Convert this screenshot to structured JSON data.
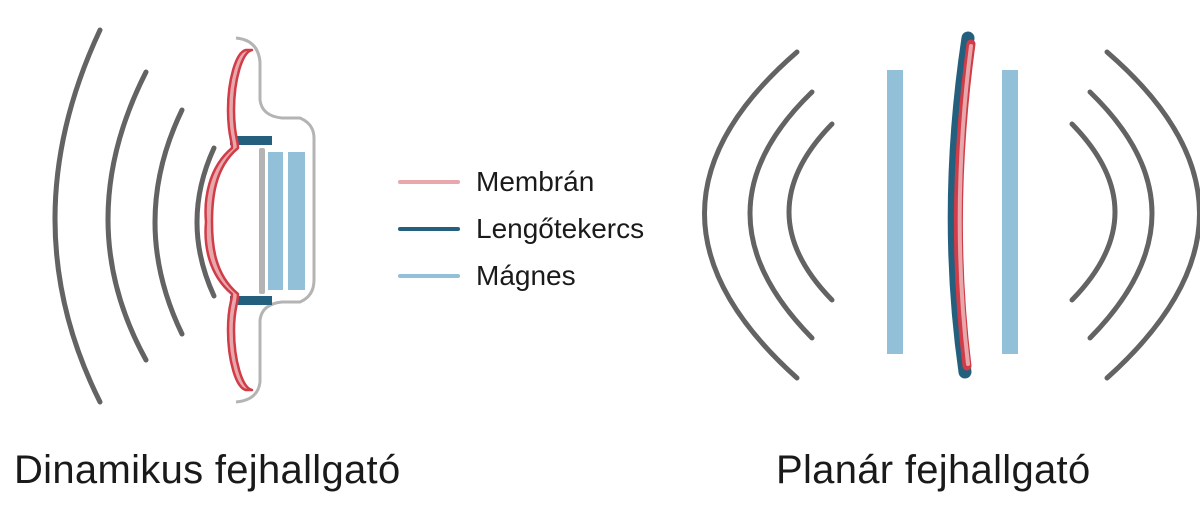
{
  "colors": {
    "wave": "#636363",
    "membrane": "#e8a7ab",
    "membrane_outline": "#d03c47",
    "coil": "#245f7e",
    "magnet": "#93c0d9",
    "housing": "#b4b4b4"
  },
  "legend": [
    {
      "label": "Membrán",
      "color": "#e8a7ab"
    },
    {
      "label": "Lengőtekercs",
      "color": "#245f7e"
    },
    {
      "label": "Mágnes",
      "color": "#93c0d9"
    }
  ],
  "captions": {
    "left": "Dinamikus fejhallgató",
    "right": "Planár fejhallgató"
  }
}
